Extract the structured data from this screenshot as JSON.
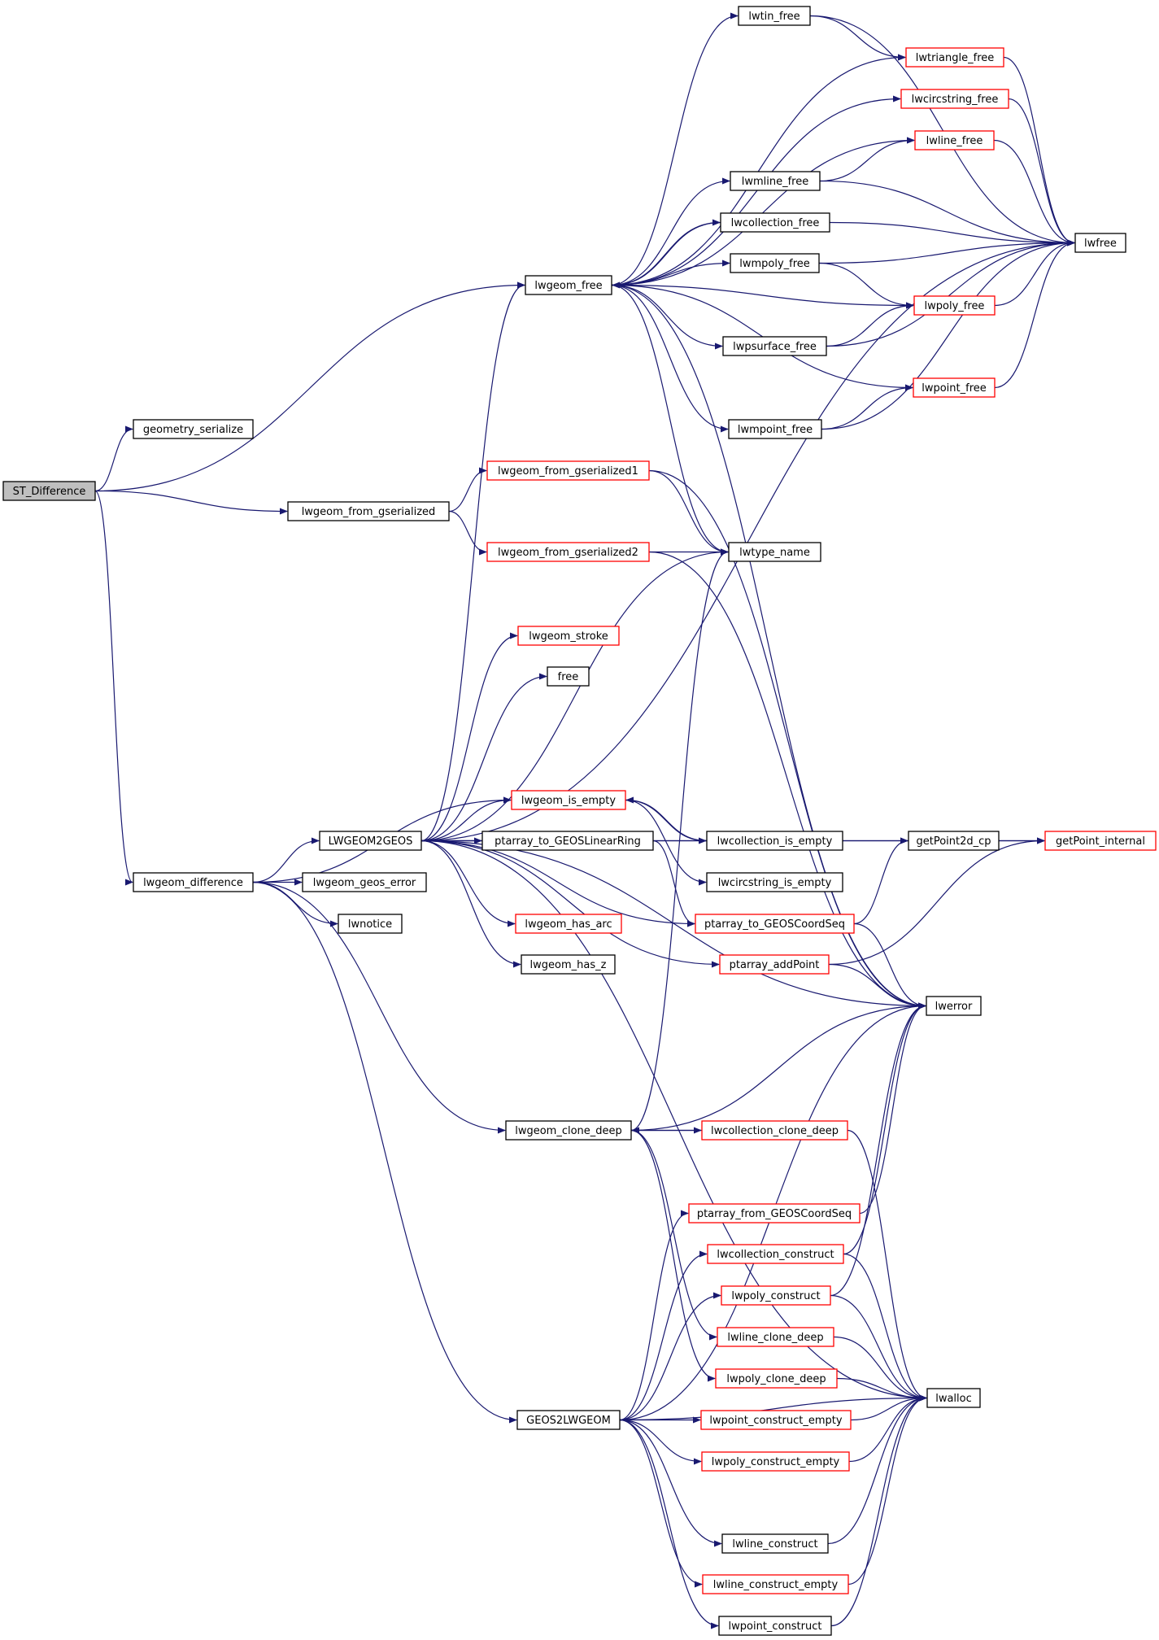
{
  "nodes": [
    {
      "id": "ST_Difference",
      "label": "ST_Difference",
      "style": "root"
    },
    {
      "id": "geometry_serialize",
      "label": "geometry_serialize",
      "style": "black"
    },
    {
      "id": "lwgeom_from_gserialized",
      "label": "lwgeom_from_gserialized",
      "style": "black"
    },
    {
      "id": "lwgeom_difference",
      "label": "lwgeom_difference",
      "style": "black"
    },
    {
      "id": "lwgeom_free",
      "label": "lwgeom_free",
      "style": "black"
    },
    {
      "id": "lwgeom_from_gserialized1",
      "label": "lwgeom_from_gserialized1",
      "style": "red"
    },
    {
      "id": "lwgeom_from_gserialized2",
      "label": "lwgeom_from_gserialized2",
      "style": "red"
    },
    {
      "id": "lwgeom_stroke",
      "label": "lwgeom_stroke",
      "style": "red"
    },
    {
      "id": "free",
      "label": "free",
      "style": "black"
    },
    {
      "id": "LWGEOM2GEOS",
      "label": "LWGEOM2GEOS",
      "style": "black"
    },
    {
      "id": "lwgeom_is_empty",
      "label": "lwgeom_is_empty",
      "style": "red"
    },
    {
      "id": "ptarray_to_GEOSLinearRing",
      "label": "ptarray_to_GEOSLinearRing",
      "style": "black"
    },
    {
      "id": "lwgeom_geos_error",
      "label": "lwgeom_geos_error",
      "style": "black"
    },
    {
      "id": "lwnotice",
      "label": "lwnotice",
      "style": "black"
    },
    {
      "id": "lwgeom_has_arc",
      "label": "lwgeom_has_arc",
      "style": "red"
    },
    {
      "id": "lwgeom_has_z",
      "label": "lwgeom_has_z",
      "style": "black"
    },
    {
      "id": "lwgeom_clone_deep",
      "label": "lwgeom_clone_deep",
      "style": "black"
    },
    {
      "id": "GEOS2LWGEOM",
      "label": "GEOS2LWGEOM",
      "style": "black"
    },
    {
      "id": "lwtin_free",
      "label": "lwtin_free",
      "style": "black"
    },
    {
      "id": "lwmline_free",
      "label": "lwmline_free",
      "style": "black"
    },
    {
      "id": "lwcollection_free",
      "label": "lwcollection_free",
      "style": "black"
    },
    {
      "id": "lwmpoly_free",
      "label": "lwmpoly_free",
      "style": "black"
    },
    {
      "id": "lwpsurface_free",
      "label": "lwpsurface_free",
      "style": "black"
    },
    {
      "id": "lwmpoint_free",
      "label": "lwmpoint_free",
      "style": "black"
    },
    {
      "id": "lwtype_name",
      "label": "lwtype_name",
      "style": "black"
    },
    {
      "id": "lwcollection_is_empty",
      "label": "lwcollection_is_empty",
      "style": "black"
    },
    {
      "id": "lwcircstring_is_empty",
      "label": "lwcircstring_is_empty",
      "style": "black"
    },
    {
      "id": "ptarray_to_GEOSCoordSeq",
      "label": "ptarray_to_GEOSCoordSeq",
      "style": "red"
    },
    {
      "id": "ptarray_addPoint",
      "label": "ptarray_addPoint",
      "style": "red"
    },
    {
      "id": "lwcollection_clone_deep",
      "label": "lwcollection_clone_deep",
      "style": "red"
    },
    {
      "id": "ptarray_from_GEOSCoordSeq",
      "label": "ptarray_from_GEOSCoordSeq",
      "style": "red"
    },
    {
      "id": "lwcollection_construct",
      "label": "lwcollection_construct",
      "style": "red"
    },
    {
      "id": "lwpoly_construct",
      "label": "lwpoly_construct",
      "style": "red"
    },
    {
      "id": "lwline_clone_deep",
      "label": "lwline_clone_deep",
      "style": "red"
    },
    {
      "id": "lwpoly_clone_deep",
      "label": "lwpoly_clone_deep",
      "style": "red"
    },
    {
      "id": "lwpoint_construct_empty",
      "label": "lwpoint_construct_empty",
      "style": "red"
    },
    {
      "id": "lwpoly_construct_empty",
      "label": "lwpoly_construct_empty",
      "style": "red"
    },
    {
      "id": "lwline_construct",
      "label": "lwline_construct",
      "style": "black"
    },
    {
      "id": "lwline_construct_empty",
      "label": "lwline_construct_empty",
      "style": "red"
    },
    {
      "id": "lwpoint_construct",
      "label": "lwpoint_construct",
      "style": "black"
    },
    {
      "id": "lwtriangle_free",
      "label": "lwtriangle_free",
      "style": "red"
    },
    {
      "id": "lwcircstring_free",
      "label": "lwcircstring_free",
      "style": "red"
    },
    {
      "id": "lwline_free",
      "label": "lwline_free",
      "style": "red"
    },
    {
      "id": "lwpoly_free",
      "label": "lwpoly_free",
      "style": "red"
    },
    {
      "id": "lwpoint_free",
      "label": "lwpoint_free",
      "style": "red"
    },
    {
      "id": "getPoint2d_cp",
      "label": "getPoint2d_cp",
      "style": "black"
    },
    {
      "id": "lwerror",
      "label": "lwerror",
      "style": "black"
    },
    {
      "id": "lwalloc",
      "label": "lwalloc",
      "style": "black"
    },
    {
      "id": "lwfree",
      "label": "lwfree",
      "style": "black"
    },
    {
      "id": "getPoint_internal",
      "label": "getPoint_internal",
      "style": "red"
    }
  ],
  "edges": [
    {
      "from": "ST_Difference",
      "to": "geometry_serialize"
    },
    {
      "from": "ST_Difference",
      "to": "lwgeom_free"
    },
    {
      "from": "ST_Difference",
      "to": "lwgeom_from_gserialized"
    },
    {
      "from": "ST_Difference",
      "to": "lwgeom_difference"
    },
    {
      "from": "lwgeom_free",
      "to": "lwtin_free"
    },
    {
      "from": "lwgeom_free",
      "to": "lwtriangle_free"
    },
    {
      "from": "lwgeom_free",
      "to": "lwcircstring_free"
    },
    {
      "from": "lwgeom_free",
      "to": "lwline_free"
    },
    {
      "from": "lwgeom_free",
      "to": "lwmline_free"
    },
    {
      "from": "lwgeom_free",
      "to": "lwcollection_free"
    },
    {
      "from": "lwgeom_free",
      "to": "lwmpoly_free"
    },
    {
      "from": "lwgeom_free",
      "to": "lwpoly_free"
    },
    {
      "from": "lwgeom_free",
      "to": "lwpsurface_free"
    },
    {
      "from": "lwgeom_free",
      "to": "lwpoint_free"
    },
    {
      "from": "lwgeom_free",
      "to": "lwmpoint_free"
    },
    {
      "from": "lwgeom_free",
      "to": "lwtype_name"
    },
    {
      "from": "lwgeom_free",
      "to": "lwerror"
    },
    {
      "from": "lwcollection_free",
      "to": "lwgeom_free"
    },
    {
      "from": "lwtin_free",
      "to": "lwtriangle_free"
    },
    {
      "from": "lwtin_free",
      "to": "lwfree"
    },
    {
      "from": "lwtriangle_free",
      "to": "lwfree"
    },
    {
      "from": "lwcircstring_free",
      "to": "lwfree"
    },
    {
      "from": "lwline_free",
      "to": "lwfree"
    },
    {
      "from": "lwmline_free",
      "to": "lwline_free"
    },
    {
      "from": "lwmline_free",
      "to": "lwfree"
    },
    {
      "from": "lwcollection_free",
      "to": "lwfree"
    },
    {
      "from": "lwmpoly_free",
      "to": "lwfree"
    },
    {
      "from": "lwmpoly_free",
      "to": "lwpoly_free"
    },
    {
      "from": "lwpoly_free",
      "to": "lwfree"
    },
    {
      "from": "lwpsurface_free",
      "to": "lwpoly_free"
    },
    {
      "from": "lwpsurface_free",
      "to": "lwfree"
    },
    {
      "from": "lwpoint_free",
      "to": "lwfree"
    },
    {
      "from": "lwmpoint_free",
      "to": "lwpoint_free"
    },
    {
      "from": "lwmpoint_free",
      "to": "lwfree"
    },
    {
      "from": "lwgeom_from_gserialized",
      "to": "lwgeom_from_gserialized1"
    },
    {
      "from": "lwgeom_from_gserialized",
      "to": "lwgeom_from_gserialized2"
    },
    {
      "from": "lwgeom_from_gserialized1",
      "to": "lwtype_name"
    },
    {
      "from": "lwgeom_from_gserialized1",
      "to": "lwerror"
    },
    {
      "from": "lwgeom_from_gserialized2",
      "to": "lwtype_name"
    },
    {
      "from": "lwgeom_from_gserialized2",
      "to": "lwerror"
    },
    {
      "from": "lwgeom_difference",
      "to": "lwgeom_is_empty"
    },
    {
      "from": "lwgeom_difference",
      "to": "LWGEOM2GEOS"
    },
    {
      "from": "lwgeom_difference",
      "to": "lwgeom_geos_error"
    },
    {
      "from": "lwgeom_difference",
      "to": "lwnotice"
    },
    {
      "from": "lwgeom_difference",
      "to": "lwgeom_clone_deep"
    },
    {
      "from": "lwgeom_difference",
      "to": "GEOS2LWGEOM"
    },
    {
      "from": "LWGEOM2GEOS",
      "to": "lwgeom_free"
    },
    {
      "from": "LWGEOM2GEOS",
      "to": "lwtype_name"
    },
    {
      "from": "LWGEOM2GEOS",
      "to": "lwfree"
    },
    {
      "from": "LWGEOM2GEOS",
      "to": "lwgeom_stroke"
    },
    {
      "from": "LWGEOM2GEOS",
      "to": "free"
    },
    {
      "from": "LWGEOM2GEOS",
      "to": "getPoint_internal"
    },
    {
      "from": "LWGEOM2GEOS",
      "to": "getPoint2d_cp"
    },
    {
      "from": "LWGEOM2GEOS",
      "to": "lwgeom_is_empty"
    },
    {
      "from": "LWGEOM2GEOS",
      "to": "ptarray_to_GEOSLinearRing"
    },
    {
      "from": "LWGEOM2GEOS",
      "to": "ptarray_to_GEOSCoordSeq"
    },
    {
      "from": "LWGEOM2GEOS",
      "to": "lwgeom_has_arc"
    },
    {
      "from": "LWGEOM2GEOS",
      "to": "lwgeom_has_z"
    },
    {
      "from": "LWGEOM2GEOS",
      "to": "ptarray_addPoint"
    },
    {
      "from": "LWGEOM2GEOS",
      "to": "lwerror"
    },
    {
      "from": "LWGEOM2GEOS",
      "to": "lwalloc"
    },
    {
      "from": "lwgeom_is_empty",
      "to": "lwcollection_is_empty"
    },
    {
      "from": "lwgeom_is_empty",
      "to": "lwcircstring_is_empty"
    },
    {
      "from": "lwcollection_is_empty",
      "to": "lwgeom_is_empty"
    },
    {
      "from": "ptarray_to_GEOSLinearRing",
      "to": "ptarray_to_GEOSCoordSeq"
    },
    {
      "from": "ptarray_to_GEOSCoordSeq",
      "to": "getPoint2d_cp"
    },
    {
      "from": "ptarray_to_GEOSCoordSeq",
      "to": "lwerror"
    },
    {
      "from": "getPoint2d_cp",
      "to": "getPoint_internal"
    },
    {
      "from": "ptarray_addPoint",
      "to": "getPoint_internal"
    },
    {
      "from": "ptarray_addPoint",
      "to": "lwerror"
    },
    {
      "from": "lwgeom_clone_deep",
      "to": "lwtype_name"
    },
    {
      "from": "lwgeom_clone_deep",
      "to": "lwerror"
    },
    {
      "from": "lwgeom_clone_deep",
      "to": "lwcollection_clone_deep"
    },
    {
      "from": "lwcollection_clone_deep",
      "to": "lwgeom_clone_deep"
    },
    {
      "from": "lwcollection_clone_deep",
      "to": "lwalloc"
    },
    {
      "from": "lwgeom_clone_deep",
      "to": "lwline_clone_deep"
    },
    {
      "from": "lwgeom_clone_deep",
      "to": "lwpoly_clone_deep"
    },
    {
      "from": "GEOS2LWGEOM",
      "to": "lwerror"
    },
    {
      "from": "GEOS2LWGEOM",
      "to": "ptarray_from_GEOSCoordSeq"
    },
    {
      "from": "GEOS2LWGEOM",
      "to": "lwcollection_construct"
    },
    {
      "from": "GEOS2LWGEOM",
      "to": "lwpoly_construct"
    },
    {
      "from": "GEOS2LWGEOM",
      "to": "lwpoint_construct_empty"
    },
    {
      "from": "GEOS2LWGEOM",
      "to": "lwpoly_construct_empty"
    },
    {
      "from": "GEOS2LWGEOM",
      "to": "lwalloc"
    },
    {
      "from": "GEOS2LWGEOM",
      "to": "lwline_construct"
    },
    {
      "from": "GEOS2LWGEOM",
      "to": "lwline_construct_empty"
    },
    {
      "from": "GEOS2LWGEOM",
      "to": "lwpoint_construct"
    },
    {
      "from": "ptarray_from_GEOSCoordSeq",
      "to": "lwerror"
    },
    {
      "from": "lwcollection_construct",
      "to": "lwerror"
    },
    {
      "from": "lwcollection_construct",
      "to": "lwalloc"
    },
    {
      "from": "lwpoly_construct",
      "to": "lwerror"
    },
    {
      "from": "lwpoly_construct",
      "to": "lwalloc"
    },
    {
      "from": "lwline_clone_deep",
      "to": "lwalloc"
    },
    {
      "from": "lwpoly_clone_deep",
      "to": "lwalloc"
    },
    {
      "from": "lwpoint_construct_empty",
      "to": "lwalloc"
    },
    {
      "from": "lwpoly_construct_empty",
      "to": "lwalloc"
    },
    {
      "from": "lwline_construct",
      "to": "lwalloc"
    },
    {
      "from": "lwline_construct_empty",
      "to": "lwalloc"
    },
    {
      "from": "lwpoint_construct",
      "to": "lwalloc"
    }
  ]
}
